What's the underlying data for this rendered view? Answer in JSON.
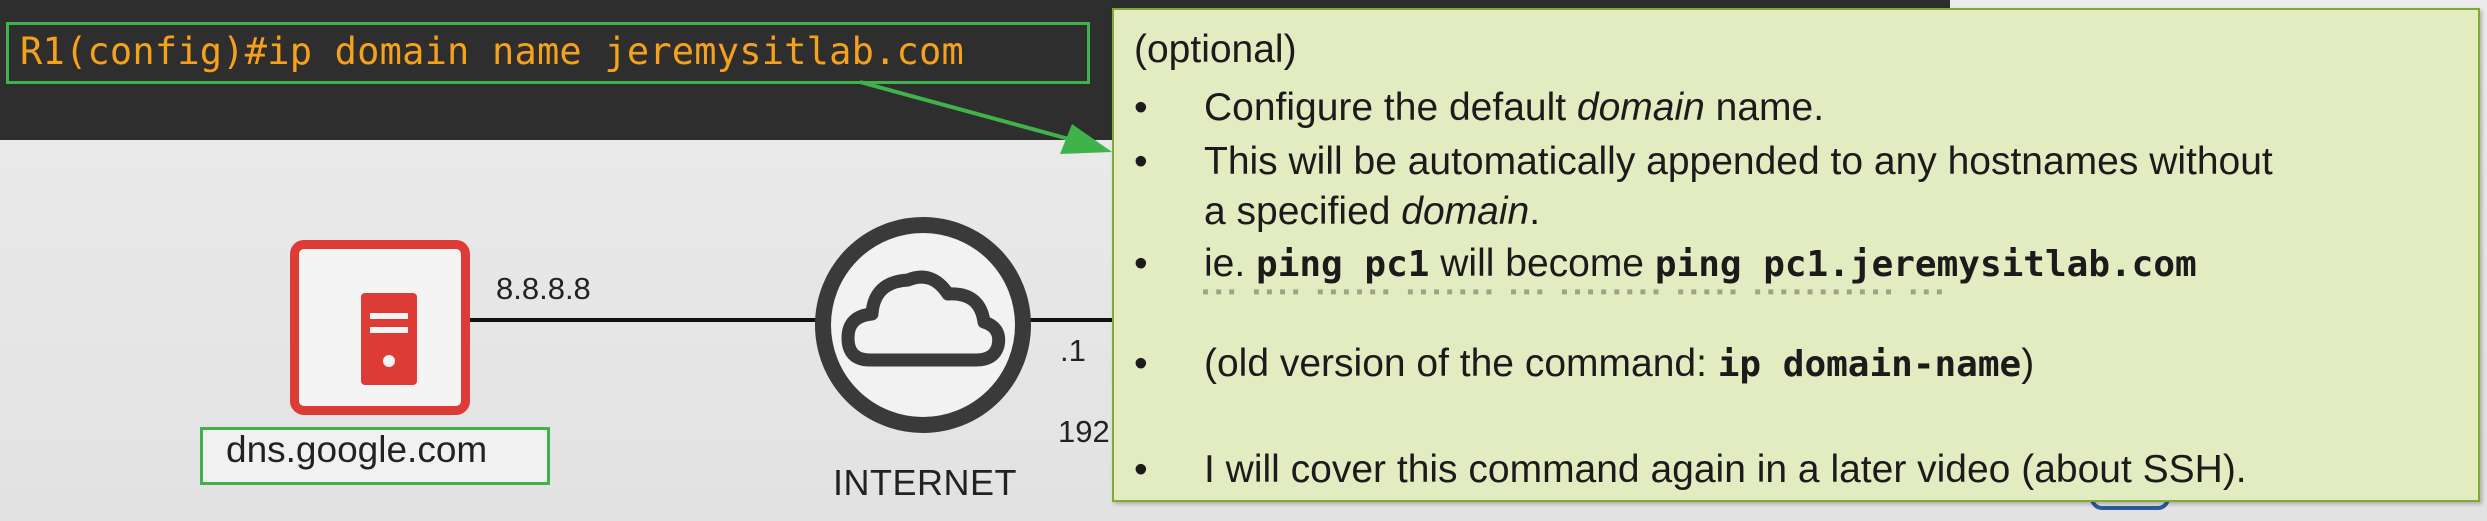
{
  "terminal": {
    "command": "R1(config)#ip domain name jeremysitlab.com"
  },
  "diagram": {
    "server_icon": "server-icon",
    "server_ip": "8.8.8.8",
    "dns_name": "dns.google.com",
    "cloud_icon": "cloud-icon",
    "internet_label": "INTERNET",
    "interface_label": ".1",
    "network_label_partial": "192",
    "colors": {
      "server": "#dd3b35",
      "highlight": "#3fb24b",
      "command_text": "#f5a11c",
      "note_bg": "#e3ebc1",
      "cloud": "#3a3a3a"
    }
  },
  "note": {
    "heading": "(optional)",
    "b1": {
      "plain": "Configure the default ",
      "italic": "domain",
      "tail": " name."
    },
    "b2": {
      "line1": "This will be automatically appended to any hostnames without",
      "line2_plain": "a specified ",
      "line2_italic": "domain",
      "line2_tail": "."
    },
    "b3": {
      "prefix": "ie. ",
      "code1": "ping pc1",
      "middle": " will become ",
      "code2": "ping pc1.jeremysitlab.com"
    },
    "b4": {
      "prefix": "(old version of the command: ",
      "code": "ip domain-name",
      "suffix": ")"
    },
    "b5": {
      "text": "I will cover this command again in a later video (about SSH)."
    }
  }
}
